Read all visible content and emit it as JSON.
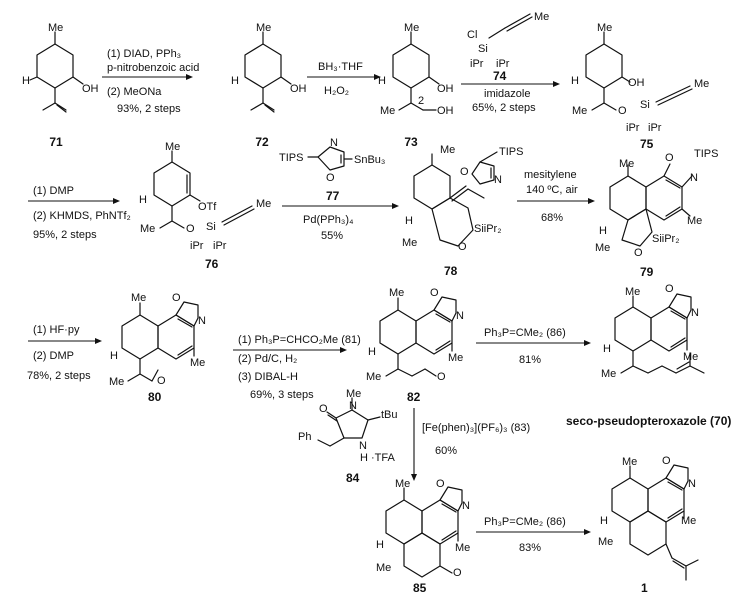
{
  "arrows": [
    {
      "id": "a1",
      "above": [
        "(1) DIAD, PPh₃",
        "p-nitrobenzoic acid",
        "(2) MeONa"
      ],
      "below": [
        "93%, 2 steps"
      ]
    },
    {
      "id": "a2",
      "above": [
        "BH₃·THF"
      ],
      "below": [
        "H₂O₂"
      ]
    },
    {
      "id": "a3",
      "above": [
        "imidazole"
      ],
      "below": [
        "65%, 2 steps"
      ]
    },
    {
      "id": "a4",
      "above": [
        "(1) DMP"
      ],
      "below": [
        "(2) KHMDS, PhNTf₂",
        "95%, 2 steps"
      ]
    },
    {
      "id": "a5",
      "above": [],
      "below": [
        "Pd(PPh₃)₄",
        "55%"
      ]
    },
    {
      "id": "a6",
      "above": [
        "mesitylene",
        "140 ºC, air"
      ],
      "below": [
        "68%"
      ]
    },
    {
      "id": "a7",
      "above": [
        "(1) HF·py"
      ],
      "below": [
        "(2) DMP",
        "78%, 2 steps"
      ]
    },
    {
      "id": "a8",
      "above": [
        "(1) Ph₃P=CHCO₂Me (81)"
      ],
      "below": [
        "(2) Pd/C, H₂",
        "(3) DIBAL-H",
        "69%, 3 steps"
      ]
    },
    {
      "id": "a9",
      "above": [
        "Ph₃P=CMe₂ (86)"
      ],
      "below": [
        "81%"
      ]
    },
    {
      "id": "a10",
      "above": [
        "[Fe(phen)₃](PF₆)₃ (83)"
      ],
      "below": [
        "60%"
      ]
    },
    {
      "id": "a11",
      "above": [
        "Ph₃P=CMe₂ (86)"
      ],
      "below": [
        "83%"
      ]
    }
  ],
  "compounds": {
    "c71": "71",
    "c72": "72",
    "c73": "73",
    "c74": "74",
    "c75": "75",
    "c76": "76",
    "c77": "77",
    "c78": "78",
    "c79": "79",
    "c80": "80",
    "c82": "82",
    "c84": "84",
    "c85": "85",
    "c1": "1",
    "c70": "seco-pseudopteroxazole (70)"
  },
  "reagent_74": {
    "cl": "Cl",
    "si": "Si",
    "me": "Me",
    "ipr_a": "iPr",
    "ipr_b": "iPr"
  },
  "reagent_77": {
    "tips": "TIPS",
    "n": "N",
    "o": "O",
    "sn": "SnBu₃"
  },
  "reagent_84": {
    "o": "O",
    "n": "N",
    "me": "Me",
    "tbu": "tBu",
    "nh": "N",
    "h": "H",
    "tfa": "·TFA",
    "ph": "Ph"
  },
  "atom_labels": {
    "me": "Me",
    "oh": "OH",
    "h": "H",
    "otf": "OTf",
    "o": "O",
    "n": "N",
    "si": "Si",
    "sipr2": "SiiPr₂",
    "tips": "TIPS",
    "ipr": "iPr",
    "two": "2"
  }
}
